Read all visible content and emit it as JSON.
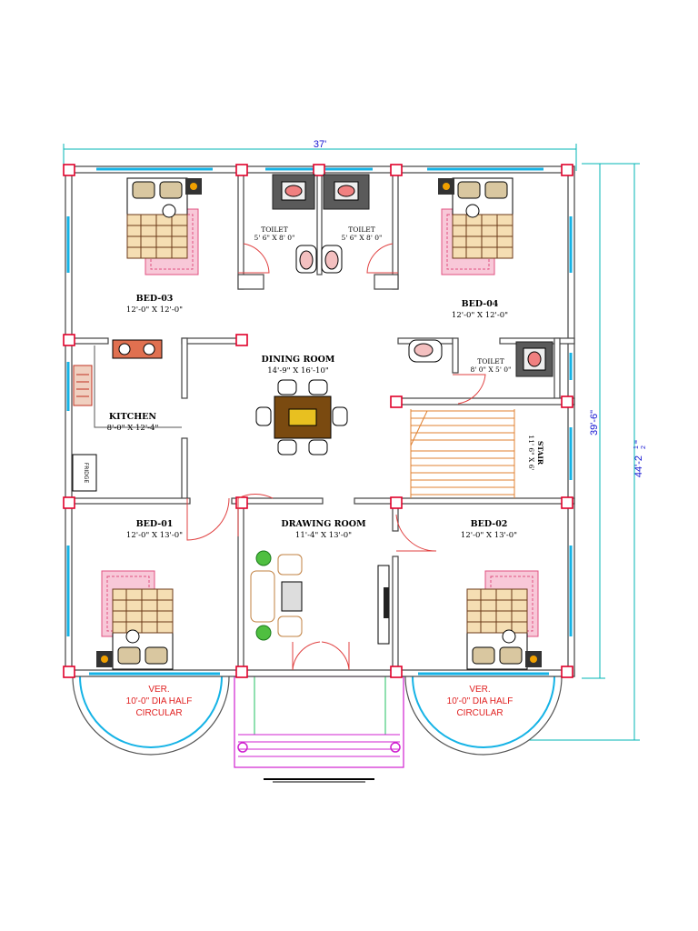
{
  "dimensions": {
    "width_top": "37'",
    "height_inner": "39'-6\"",
    "height_outer": "44'-2",
    "height_outer_frac_num": "1",
    "height_outer_frac_den": "2",
    "height_outer_suffix": "\""
  },
  "rooms": {
    "bed03": {
      "name": "BED-03",
      "size": "12'-0\" X 12'-0\""
    },
    "bed04": {
      "name": "BED-04",
      "size": "12'-0\" X 12'-0\""
    },
    "toilet_left": {
      "name": "TOILET",
      "size": "5' 6\" X 8' 0\""
    },
    "toilet_mid": {
      "name": "TOILET",
      "size": "5' 6\" X 8' 0\""
    },
    "toilet_right": {
      "name": "TOILET",
      "size": "8' 0\" X 5' 0\""
    },
    "dining": {
      "name": "DINING ROOM",
      "size": "14'-9\" X 16'-10\""
    },
    "kitchen": {
      "name": "KITCHEN",
      "size": "8'-0\" X 12'-4\""
    },
    "stair": {
      "name": "STAIR",
      "size": "11' 6\" X 6'"
    },
    "bed01": {
      "name": "BED-01",
      "size": "12'-0\" X 13'-0\""
    },
    "bed02": {
      "name": "BED-02",
      "size": "12'-0\" X 13'-0\""
    },
    "drawing": {
      "name": "DRAWING ROOM",
      "size": "11'-4\" X 13'-0\""
    }
  },
  "fixtures": {
    "fridge": "FRIDGE"
  },
  "verandah_left": {
    "line1": "VER.",
    "line2": "10'-0\" DIA HALF",
    "line3": "CIRCULAR"
  },
  "verandah_right": {
    "line1": "VER.",
    "line2": "10'-0\" DIA HALF",
    "line3": "CIRCULAR"
  },
  "colors": {
    "wall": "#444444",
    "column": "#e0002a",
    "window": "#15b3e6",
    "dimension_line": "#00b4b4",
    "dimension_text": "#1414d2",
    "verandah_text": "#e02020",
    "steps": "#e08030",
    "porch": "#d020d0",
    "rug": "#f05080"
  }
}
